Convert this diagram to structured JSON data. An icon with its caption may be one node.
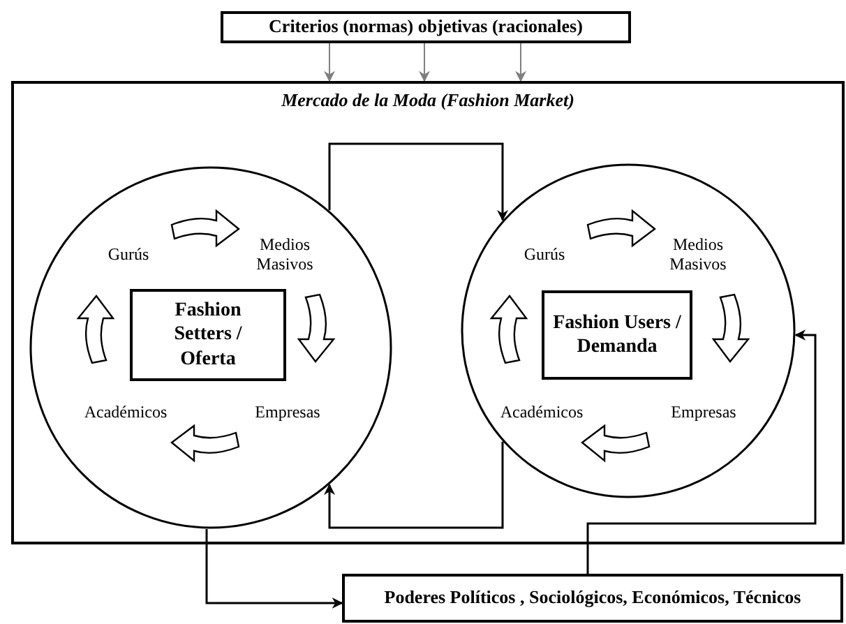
{
  "diagram": {
    "nodes": [
      {
        "text": [
          "Criterios  (normas)  objetivas (racionales)"
        ]
      },
      {
        "text": [
          "Mercado de la Moda (Fashion Market)"
        ]
      },
      {
        "text": [],
        "shape": "circle",
        "in": 1
      },
      {
        "text": [
          "Fashion Setters / Oferta"
        ],
        "in": 2
      },
      {
        "text": [],
        "shape": "circle",
        "in": 1
      },
      {
        "text": [
          "Fashion Users / Demanda"
        ],
        "in": 4
      },
      {
        "text": [
          "Poderes Políticos , Sociológicos, Económicos, Técnicos"
        ]
      }
    ],
    "edges": [
      {
        "from": 0,
        "to": 1,
        "arrow": "to",
        "color": "#7f7f7f"
      },
      {
        "from": 0,
        "to": 1,
        "arrow": "to",
        "color": "#7f7f7f"
      },
      {
        "from": 0,
        "to": 1,
        "arrow": "to",
        "color": "#7f7f7f"
      },
      {
        "from": 2,
        "to": 4,
        "arrow": "to"
      },
      {
        "from": 4,
        "to": 2,
        "arrow": "to"
      },
      {
        "from": 2,
        "to": 6,
        "arrow": "to"
      },
      {
        "from": 6,
        "to": 4,
        "arrow": "to"
      }
    ],
    "labels": [
      "Gurús",
      "Medios Masivos",
      "Académicos",
      "Empresas",
      "Gurús",
      "Medios Masivos",
      "Académicos",
      "Empresas"
    ]
  }
}
